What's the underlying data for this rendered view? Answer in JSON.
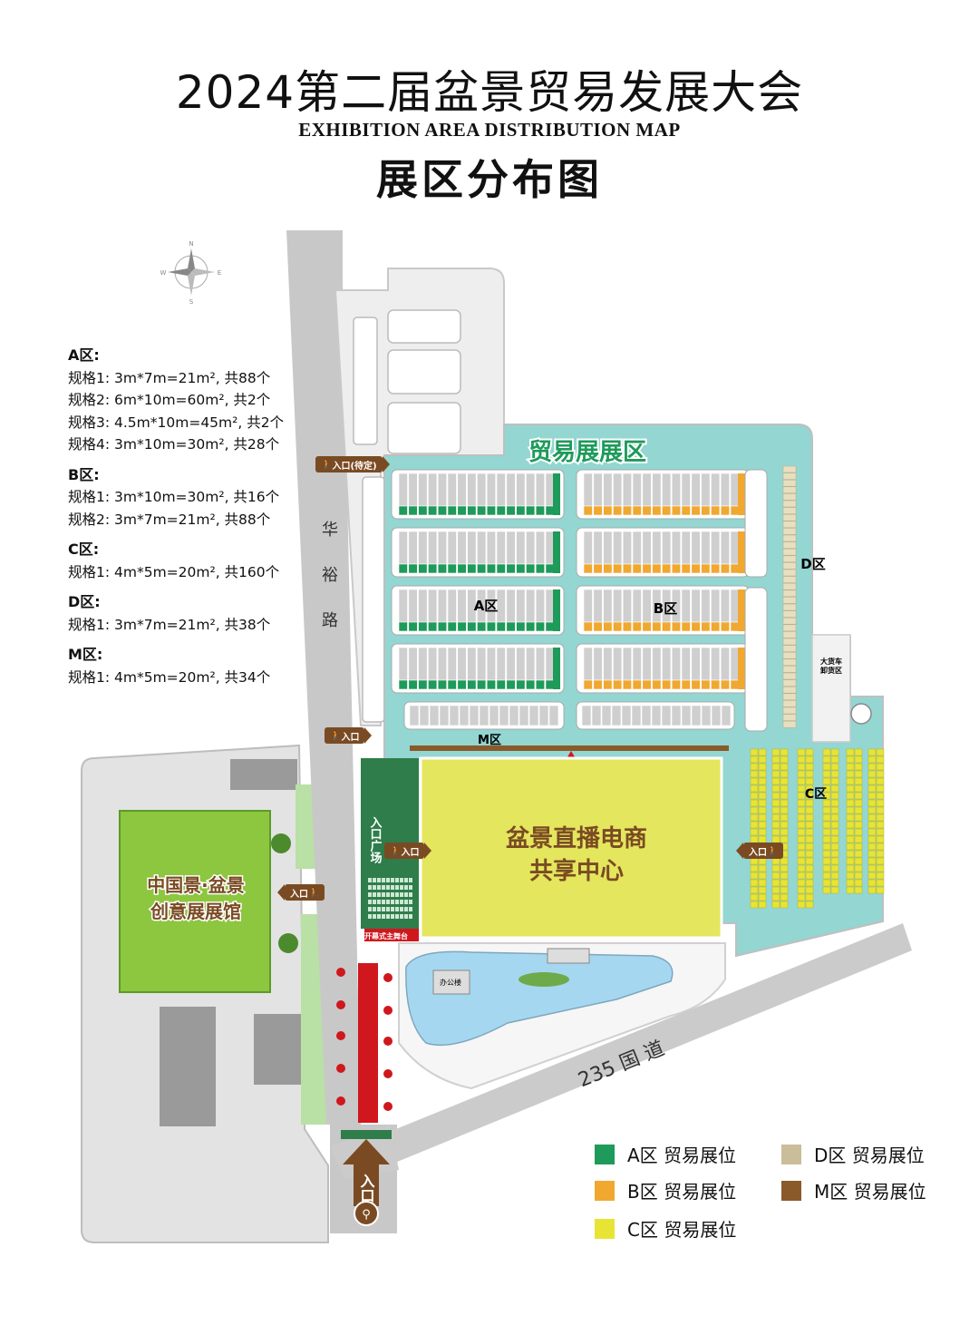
{
  "header": {
    "title": "2024第二届盆景贸易发展大会",
    "subtitle": "EXHIBITION AREA DISTRIBUTION MAP",
    "cn_title": "展区分布图"
  },
  "compass": {
    "n": "N",
    "s": "S",
    "e": "E",
    "w": "W"
  },
  "specs": [
    {
      "zone": "A区:",
      "lines": [
        "规格1: 3m*7m=21m², 共88个",
        "规格2: 6m*10m=60m², 共2个",
        "规格3: 4.5m*10m=45m², 共2个",
        "规格4: 3m*10m=30m², 共28个"
      ]
    },
    {
      "zone": "B区:",
      "lines": [
        "规格1: 3m*10m=30m², 共16个",
        "规格2: 3m*7m=21m², 共88个"
      ]
    },
    {
      "zone": "C区:",
      "lines": [
        "规格1: 4m*5m=20m², 共160个"
      ]
    },
    {
      "zone": "D区:",
      "lines": [
        "规格1: 3m*7m=21m², 共38个"
      ]
    },
    {
      "zone": "M区:",
      "lines": [
        "规格1: 4m*5m=20m², 共34个"
      ]
    }
  ],
  "map": {
    "trade_area": "贸易展展区",
    "zone_a": "A区",
    "zone_b": "B区",
    "zone_c": "C区",
    "zone_d": "D区",
    "zone_m": "M区",
    "road_huayu": [
      "华",
      "裕",
      "路"
    ],
    "road_235": "235 国 道",
    "live_center_1": "盆景直播电商",
    "live_center_2": "共享中心",
    "pavilion_1": "中国景·盆景",
    "pavilion_2": "创意展展馆",
    "entry_plaza": "入口广场",
    "opening_stage": "开幕式主舞台",
    "office": "办公楼",
    "truck_area": "大货车卸货区",
    "entry_pending": "入口(待定)",
    "entry": "入口",
    "main_entry": "入口"
  },
  "legend": [
    {
      "label": "A区  贸易展位",
      "color": "#1e9a5a"
    },
    {
      "label": "D区  贸易展位",
      "color": "#c9bd9a"
    },
    {
      "label": "B区  贸易展位",
      "color": "#f0a830"
    },
    {
      "label": "M区  贸易展位",
      "color": "#8a5a2b"
    },
    {
      "label": "C区  贸易展位",
      "color": "#e8e434"
    }
  ],
  "colors": {
    "teal": "#93d6d2",
    "gray_bg": "#e6e6e6",
    "road": "#c8c8c8",
    "booth_gray": "#cfcfcf",
    "green_a": "#1e9a5a",
    "orange_b": "#f0a830",
    "yellow_c": "#e8e434",
    "live_center": "#e4e65e",
    "pavilion": "#8dc63f",
    "brown": "#7a4b23",
    "red_carpet": "#d0171e"
  }
}
